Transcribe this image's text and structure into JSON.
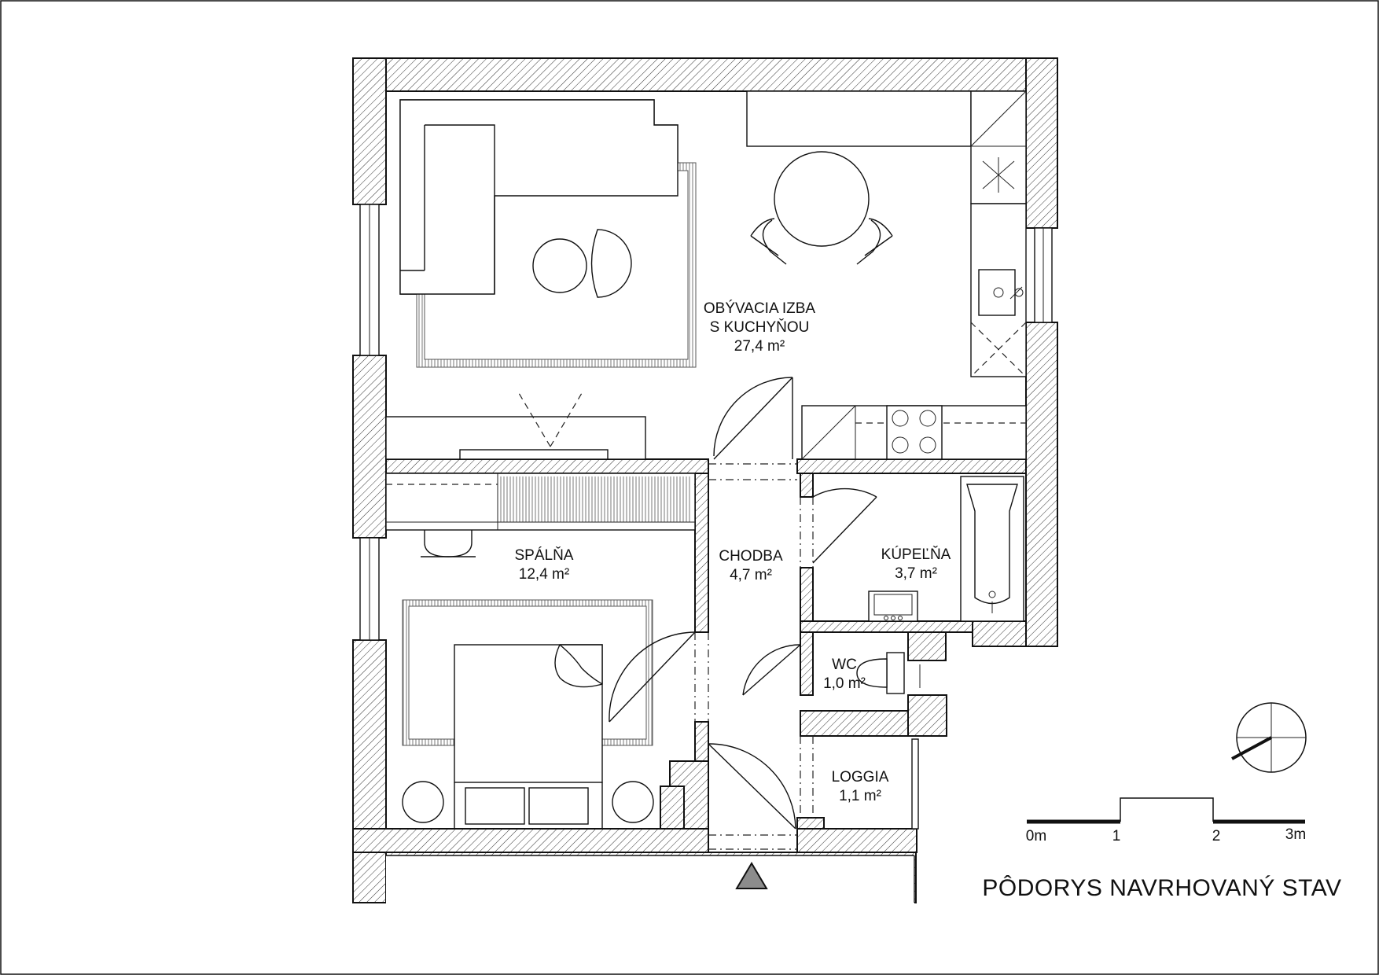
{
  "rooms": {
    "living": {
      "name_line1": "OBÝVACIA IZBA",
      "name_line2": "S KUCHYŇOU",
      "area": "27,4 m²"
    },
    "bedroom": {
      "name": "SPÁLŇA",
      "area": "12,4 m²"
    },
    "hall": {
      "name": "CHODBA",
      "area": "4,7 m²"
    },
    "bathroom": {
      "name": "KÚPEĽŇA",
      "area": "3,7 m²"
    },
    "wc": {
      "name": "WC",
      "area": "1,0 m²"
    },
    "loggia": {
      "name": "LOGGIA",
      "area": "1,1 m²"
    }
  },
  "scale_bar": {
    "labels": [
      "0m",
      "1",
      "2",
      "3m"
    ]
  },
  "title": "PÔDORYS NAVRHOVANÝ STAV",
  "icons": {
    "entrance": "entrance-triangle-icon",
    "north": "north-arrow-icon"
  },
  "colors": {
    "walls": "#111111",
    "entrance_marker": "#8c8c8c"
  }
}
